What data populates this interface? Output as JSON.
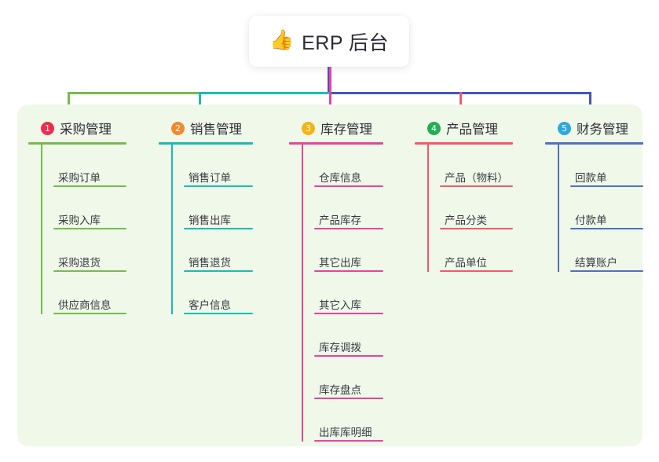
{
  "root": {
    "icon": "thumbs-up-icon",
    "icon_glyph": "👍",
    "title": "ERP 后台"
  },
  "board": {
    "background": "#eff8e9"
  },
  "connector_colors": {
    "trunk": "#3f51c8",
    "bar_green": "#76bb4c",
    "bar_teal": "#18bdb0",
    "bar_blue": "#4455c4"
  },
  "columns": [
    {
      "index": "1",
      "badge_number": "1",
      "badge_color": "#ed2d4f",
      "line_color": "#76bb4c",
      "drop_color": "#76bb4c",
      "title": "采购管理",
      "items": [
        {
          "label": "采购订单"
        },
        {
          "label": "采购入库"
        },
        {
          "label": "采购退货"
        },
        {
          "label": "供应商信息"
        }
      ]
    },
    {
      "index": "2",
      "badge_number": "2",
      "badge_color": "#f2892f",
      "line_color": "#18bdb0",
      "drop_color": "#18bdb0",
      "title": "销售管理",
      "items": [
        {
          "label": "销售订单"
        },
        {
          "label": "销售出库"
        },
        {
          "label": "销售退货"
        },
        {
          "label": "客户信息"
        }
      ]
    },
    {
      "index": "3",
      "badge_number": "3",
      "badge_color": "#f5b415",
      "line_color": "#e8449a",
      "drop_color": "#e8449a",
      "title": "库存管理",
      "items": [
        {
          "label": "仓库信息"
        },
        {
          "label": "产品库存"
        },
        {
          "label": "其它出库"
        },
        {
          "label": "其它入库"
        },
        {
          "label": "库存调拨"
        },
        {
          "label": "库存盘点"
        },
        {
          "label": "出库库明细"
        }
      ]
    },
    {
      "index": "4",
      "badge_number": "4",
      "badge_color": "#23ad54",
      "line_color": "#f2596b",
      "drop_color": "#f2596b",
      "title": "产品管理",
      "items": [
        {
          "label": "产品（物料）"
        },
        {
          "label": "产品分类"
        },
        {
          "label": "产品单位"
        }
      ]
    },
    {
      "index": "5",
      "badge_number": "5",
      "badge_color": "#2ea8e0",
      "line_color": "#4d6fcc",
      "drop_color": "#4455c4",
      "title": "财务管理",
      "items": [
        {
          "label": "回款单"
        },
        {
          "label": "付款单"
        },
        {
          "label": "结算账户"
        }
      ]
    }
  ]
}
